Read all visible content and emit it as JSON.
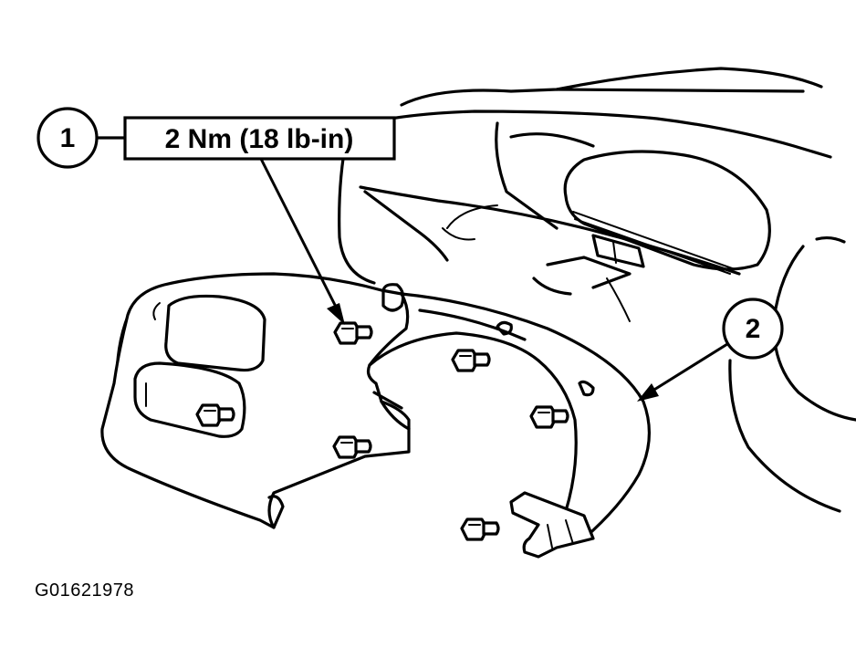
{
  "callouts": {
    "item1": {
      "number": "1",
      "torque": "2 Nm (18 lb-in)"
    },
    "item2": {
      "number": "2"
    }
  },
  "figure_id": "G01621978"
}
